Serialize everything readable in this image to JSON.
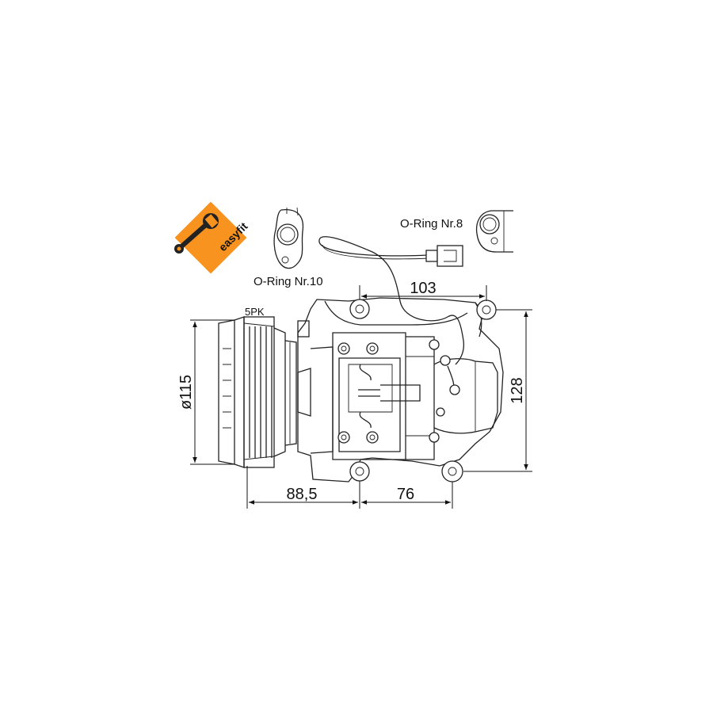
{
  "badge": {
    "text": "easyfit",
    "color": "#f7931e"
  },
  "labels": {
    "oring_10": "O-Ring Nr.10",
    "oring_8": "O-Ring Nr.8",
    "belt": "5PK"
  },
  "dimensions": {
    "top_width": "103",
    "height": "128",
    "pulley_diameter": "ø115",
    "front_offset": "88,5",
    "bottom_width": "76"
  }
}
